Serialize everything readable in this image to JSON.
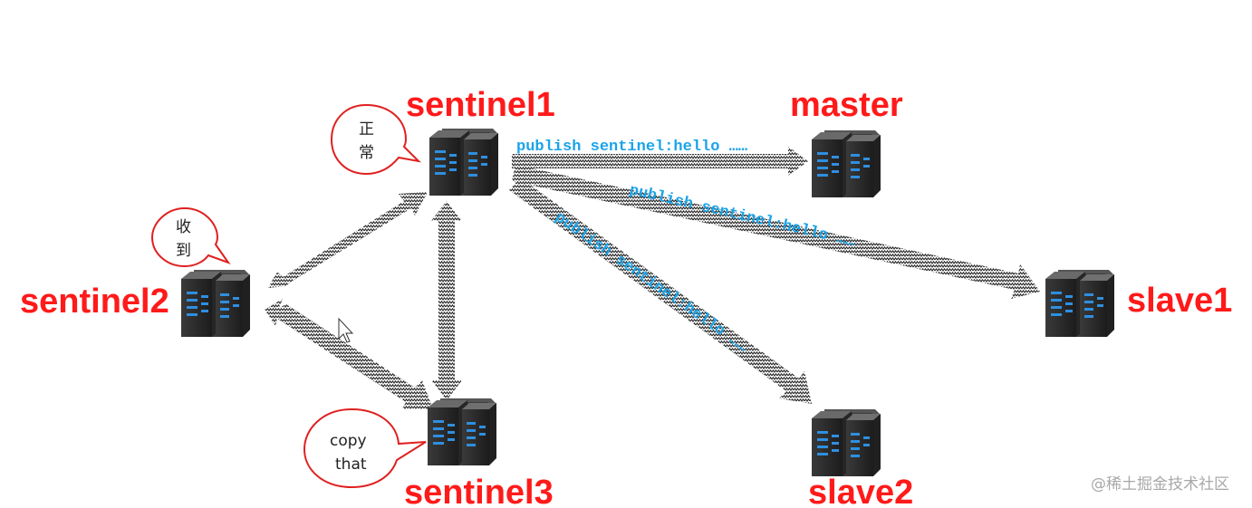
{
  "nodes": {
    "sentinel1": {
      "label": "sentinel1"
    },
    "sentinel2": {
      "label": "sentinel2"
    },
    "sentinel3": {
      "label": "sentinel3"
    },
    "master": {
      "label": "master"
    },
    "slave1": {
      "label": "slave1"
    },
    "slave2": {
      "label": "slave2"
    }
  },
  "messages": {
    "to_master": "publish sentinel:hello ……",
    "to_slave1": "publish sentinel:hello ……",
    "to_slave2": "publish sentinel:hello ……"
  },
  "bubbles": {
    "sentinel1": {
      "line1": "正",
      "line2": "常"
    },
    "sentinel2": {
      "line1": "收",
      "line2": "到"
    },
    "sentinel3": {
      "line1": "copy",
      "line2": "that"
    }
  },
  "watermark": "@稀土掘金技术社区",
  "colors": {
    "node_label": "#ff1a1a",
    "message_text": "#1aa3e8",
    "bubble_border": "#e02020",
    "server_light": "#2f8fe0"
  }
}
